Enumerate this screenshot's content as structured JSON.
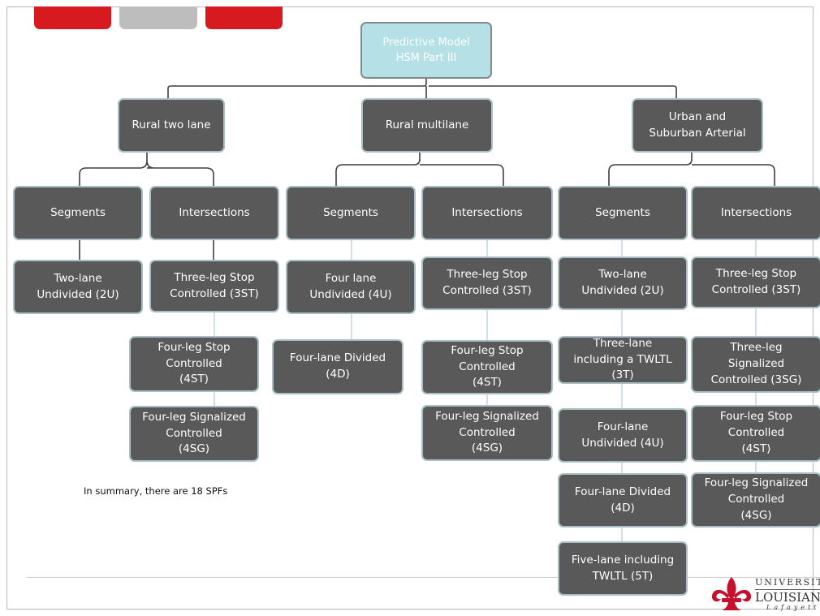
{
  "colors": {
    "tab_left": "#d71920",
    "tab_middle": "#bdbdbd",
    "tab_right": "#d71920",
    "node_fill": "#595959",
    "node_border": "#a8c0c4",
    "root_fill": "#b5e0e6",
    "connector": "#3f3f3f",
    "light_connector": "#c7d9dc",
    "logo_red": "#c8102e"
  },
  "root": {
    "label": "Predictive Model\nHSM Part III"
  },
  "categories": [
    {
      "label": "Rural two lane"
    },
    {
      "label": "Rural multilane"
    },
    {
      "label": "Urban and\nSuburban Arterial"
    }
  ],
  "subcategories": [
    {
      "label": "Segments"
    },
    {
      "label": "Intersections"
    },
    {
      "label": "Segments"
    },
    {
      "label": "Intersections"
    },
    {
      "label": "Segments"
    },
    {
      "label": "Intersections"
    }
  ],
  "spf_columns": [
    {
      "items": [
        "Two-lane\nUndivided (2U)"
      ]
    },
    {
      "items": [
        "Three-leg Stop\nControlled (3ST)",
        "Four-leg Stop\nControlled\n(4ST)",
        "Four-leg  Signalized\nControlled\n(4SG)"
      ]
    },
    {
      "items": [
        "Four lane\nUndivided (4U)",
        "Four-lane Divided\n(4D)"
      ]
    },
    {
      "items": [
        "Three-leg Stop\nControlled (3ST)",
        "Four-leg Stop\nControlled\n(4ST)",
        "Four-leg  Signalized\nControlled\n(4SG)"
      ]
    },
    {
      "items": [
        "Two-lane\nUndivided (2U)",
        "Three-lane\nincluding a TWLTL\n(3T)",
        "Four-lane\nUndivided (4U)",
        "Four-lane Divided\n(4D)",
        "Five-lane including\nTWLTL (5T)"
      ]
    },
    {
      "items": [
        "Three-leg Stop\nControlled (3ST)",
        "Three-leg\nSignalized\nControlled (3SG)",
        "Four-leg Stop\nControlled\n(4ST)",
        "Four-leg  Signalized\nControlled\n(4SG)"
      ]
    }
  ],
  "summary_text": "In summary, there are 18 SPFs",
  "logo": {
    "line1": "UNIVERSIT",
    "line2": "LOUISIANA",
    "line3": "Lafayett"
  }
}
